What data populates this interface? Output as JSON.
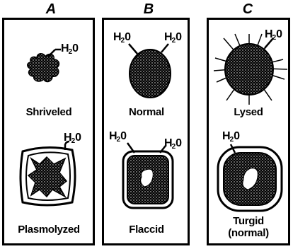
{
  "columns": [
    {
      "letter": "A",
      "top": {
        "label": "Shriveled",
        "water": [
          "H",
          "2",
          "0"
        ]
      },
      "bottom": {
        "label": "Plasmolyzed",
        "water": [
          "H",
          "2",
          "0"
        ]
      }
    },
    {
      "letter": "B",
      "top": {
        "label": "Normal",
        "water_left": [
          "H",
          "2",
          "0"
        ],
        "water_right": [
          "H",
          "2",
          "0"
        ]
      },
      "bottom": {
        "label": "Flaccid",
        "water_left": [
          "H",
          "2",
          "0"
        ],
        "water_right": [
          "H",
          "2",
          "0"
        ]
      }
    },
    {
      "letter": "C",
      "top": {
        "label": "Lysed",
        "water": [
          "H",
          "2",
          "0"
        ]
      },
      "bottom": {
        "label_line1": "Turgid",
        "label_line2": "(normal)",
        "water": [
          "H",
          "2",
          "0"
        ]
      }
    }
  ]
}
